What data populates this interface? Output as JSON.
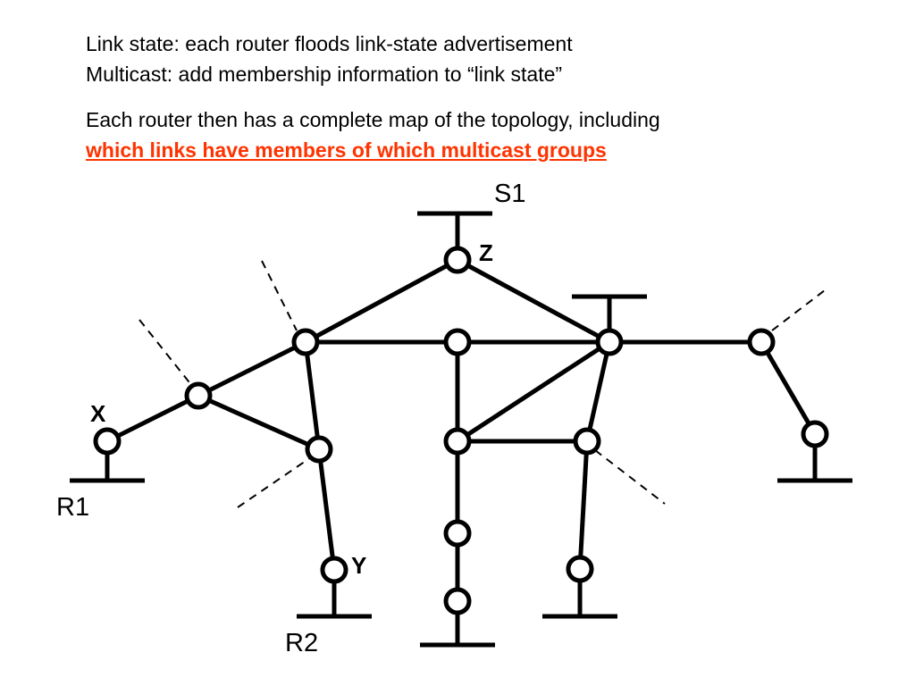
{
  "text": {
    "line1": "Link state: each router floods link-state advertisement",
    "line2": "Multicast: add membership information to “link state”",
    "line3": "Each router then has a complete map of the topology, including",
    "line4": "which links have members of which multicast groups"
  },
  "labels": {
    "S1": "S1",
    "Z": "Z",
    "X": "X",
    "Y": "Y",
    "R1": "R1",
    "R2": "R2"
  },
  "colors": {
    "highlight": "#ff3300",
    "lines": "#000000",
    "node_fill": "#ffffff"
  }
}
